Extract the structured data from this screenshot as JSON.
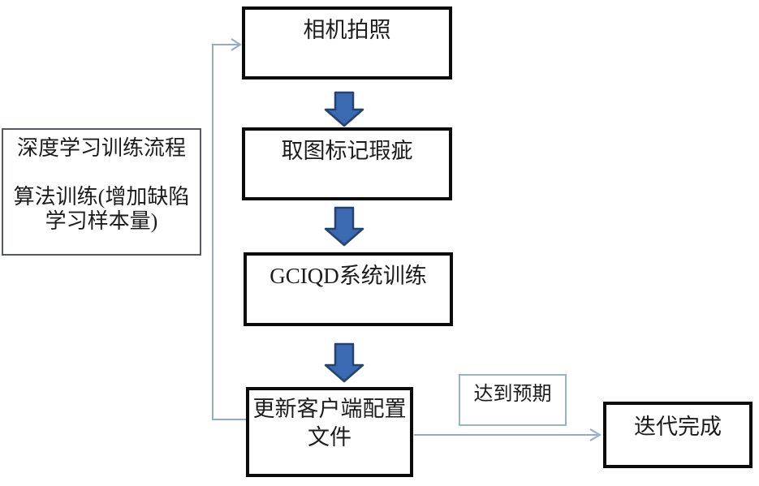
{
  "nodes": {
    "camera": {
      "label": "相机拍照"
    },
    "mark_defects": {
      "label": "取图标记瑕疵"
    },
    "gciqd_training": {
      "label": "GCIQD系统训练"
    },
    "update_config": {
      "label": "更新客户端配置\n文件"
    },
    "process_note": {
      "label": "深度学习训练流程\n\n算法训练(增加缺陷\n学习样本量)"
    },
    "expectation": {
      "label": "达到预期"
    },
    "iteration_done": {
      "label": "迭代完成"
    }
  },
  "colors": {
    "background": "#ffffff",
    "text": "#1c1c1c",
    "box_border": "#0b0b0b",
    "note_border": "#54585f",
    "expect_border": "#97b3cb",
    "connector": "#96a9cb",
    "block_arrow_fill": "#3b6ab2",
    "block_arrow_stroke": "#24436e"
  }
}
